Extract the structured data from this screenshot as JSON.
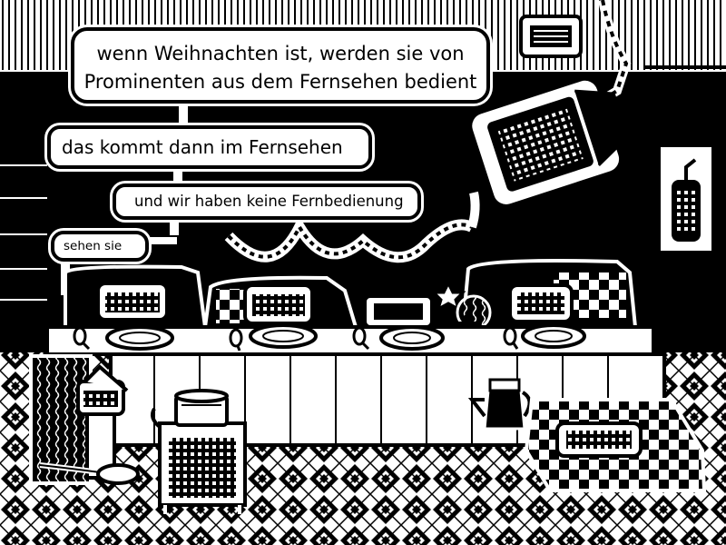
{
  "speech_bubbles": [
    {
      "lines": [
        "wenn Weihnachten ist, werden sie von",
        "Prominenten aus dem Fernsehen bedient"
      ]
    },
    {
      "text": "das kommt dann im Fernsehen"
    },
    {
      "text": "und wir haben keine Fernbedienung"
    },
    {
      "text": "sehen sie"
    }
  ],
  "colors": {
    "ink": "#000000",
    "paper": "#ffffff"
  },
  "icons": [
    "tv-monitor-icon",
    "wall-clock-icon",
    "food-warmer-icon",
    "cooking-pot-icon",
    "coffee-pot-icon",
    "candle-icon",
    "star-ornament-icon",
    "plate-icon",
    "spoon-icon",
    "ladle-icon",
    "serving-cart-icon"
  ]
}
